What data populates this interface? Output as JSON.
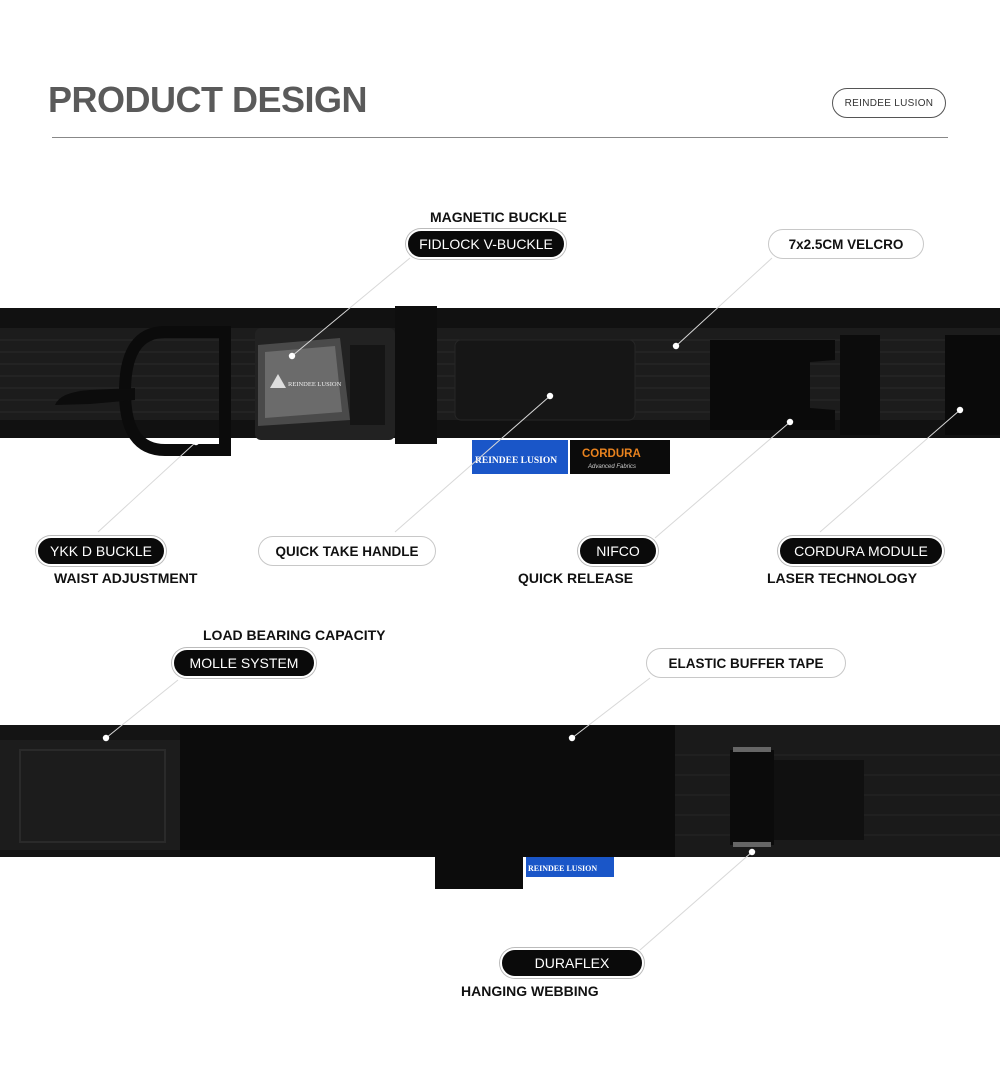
{
  "header": {
    "title": "PRODUCT DESIGN",
    "brand": "REINDEE LUSION"
  },
  "labels": {
    "magnetic_caption": "MAGNETIC BUCKLE",
    "fidlock": "FIDLOCK V-BUCKLE",
    "velcro": "7x2.5CM VELCRO",
    "ykk": "YKK D BUCKLE",
    "waist_caption": "WAIST ADJUSTMENT",
    "quick_take": "QUICK TAKE HANDLE",
    "nifco": "NIFCO",
    "quick_release_caption": "QUICK RELEASE",
    "cordura_module": "CORDURA MODULE",
    "laser_caption": "LASER TECHNOLOGY",
    "load_caption": "LOAD BEARING CAPACITY",
    "molle": "MOLLE SYSTEM",
    "elastic": "ELASTIC BUFFER TAPE",
    "duraflex": "DURAFLEX",
    "hanging_caption": "HANGING WEBBING"
  },
  "product_text": {
    "buckle_engraving": "REINDEE LUSION",
    "blue_tag": "REINDEE LUSION",
    "cordura_tag": "CORDURA",
    "cordura_sub": "Advanced Fabrics",
    "blue_tag_bottom": "REINDEE LUSION"
  },
  "colors": {
    "pill_dark": "#0a0a0a",
    "belt": "#141414",
    "tag_blue": "#1a56c8",
    "cordura_orange": "#e8821e"
  }
}
